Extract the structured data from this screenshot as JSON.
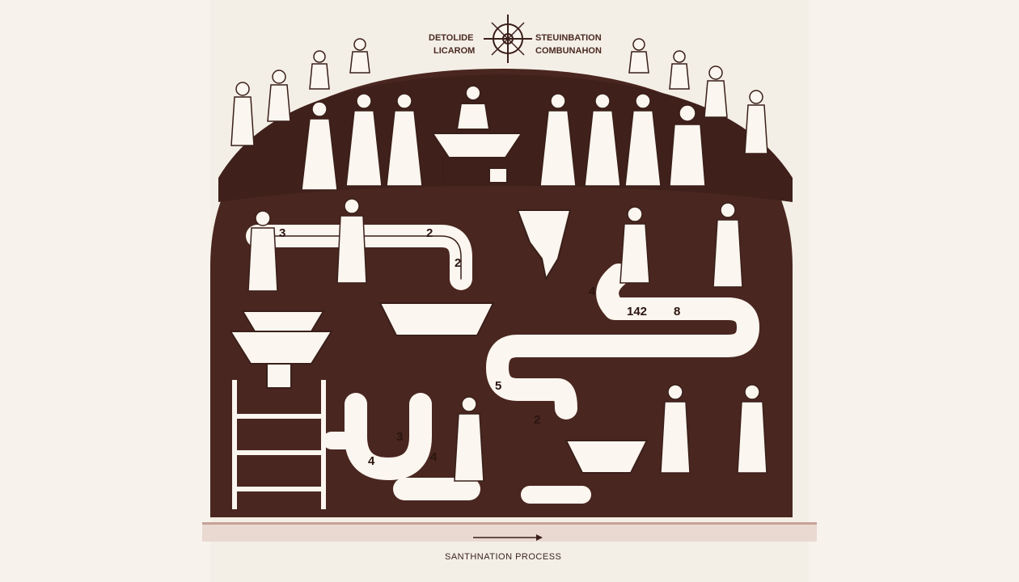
{
  "header": {
    "left_line1": "DETOLIDE",
    "left_line2": "LICAROM",
    "right_line1": "STEUINBATION",
    "right_line2": "COMBUNAHON"
  },
  "step_labels": {
    "a": "3",
    "b": "2",
    "c": "2",
    "d": "4",
    "e": "142",
    "f": "8",
    "g": "5",
    "h": "2",
    "i": "3",
    "j": "4",
    "k": "4"
  },
  "caption": "SANTHNATION PROCESS",
  "colors": {
    "arch": "#4a2620",
    "line": "#3a1f1a",
    "fill": "#fbf6ef",
    "bg": "#f4efe6",
    "stipple": "#b98c80"
  }
}
